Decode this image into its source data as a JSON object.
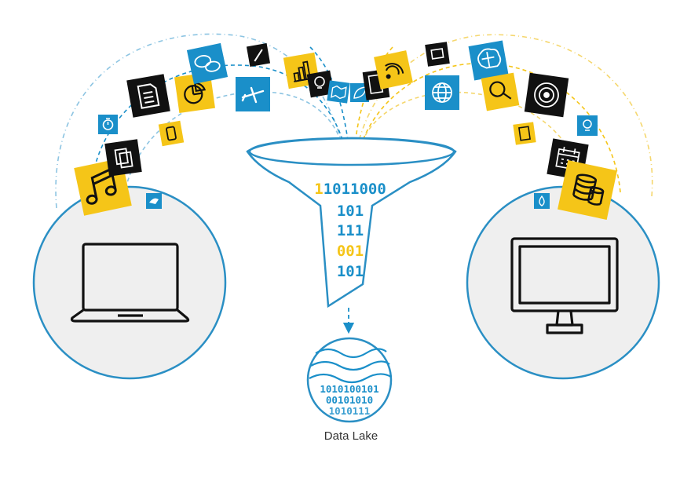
{
  "colors": {
    "blue": "#1a8fc9",
    "yellow": "#f5c518",
    "black": "#111111",
    "circle_fill": "#efefef",
    "circle_stroke": "#2a8fc4",
    "funnel_fill": "#ffffff"
  },
  "funnel": {
    "lines": [
      {
        "yellow": "1",
        "blue": "1011000"
      },
      {
        "yellow": "",
        "blue": "101"
      },
      {
        "yellow": "",
        "blue": "111"
      },
      {
        "yellow": "001",
        "blue": ""
      },
      {
        "yellow": "",
        "blue": "101"
      }
    ]
  },
  "lake": {
    "caption": "Data Lake",
    "binary_lines": [
      "1010100101",
      "00101010",
      "1010111"
    ]
  },
  "devices": {
    "left": "laptop-icon",
    "right": "desktop-monitor-icon"
  },
  "icons": [
    {
      "name": "music-icon",
      "color": "yellow"
    },
    {
      "name": "document-icon",
      "color": "black"
    },
    {
      "name": "pie-chart-icon",
      "color": "yellow"
    },
    {
      "name": "chat-icon",
      "color": "blue"
    },
    {
      "name": "airplane-icon",
      "color": "blue"
    },
    {
      "name": "bar-chart-icon",
      "color": "yellow"
    },
    {
      "name": "wifi-icon",
      "color": "yellow"
    },
    {
      "name": "globe-icon",
      "color": "blue"
    },
    {
      "name": "brain-icon",
      "color": "blue"
    },
    {
      "name": "magnifier-icon",
      "color": "yellow"
    },
    {
      "name": "target-icon",
      "color": "black"
    },
    {
      "name": "calendar-icon",
      "color": "black"
    },
    {
      "name": "database-icon",
      "color": "yellow"
    },
    {
      "name": "timer-icon",
      "color": "blue"
    },
    {
      "name": "phone-icon",
      "color": "yellow"
    },
    {
      "name": "pencil-icon",
      "color": "black"
    },
    {
      "name": "bird-icon",
      "color": "blue"
    },
    {
      "name": "lightbulb-icon",
      "color": "blue"
    }
  ]
}
